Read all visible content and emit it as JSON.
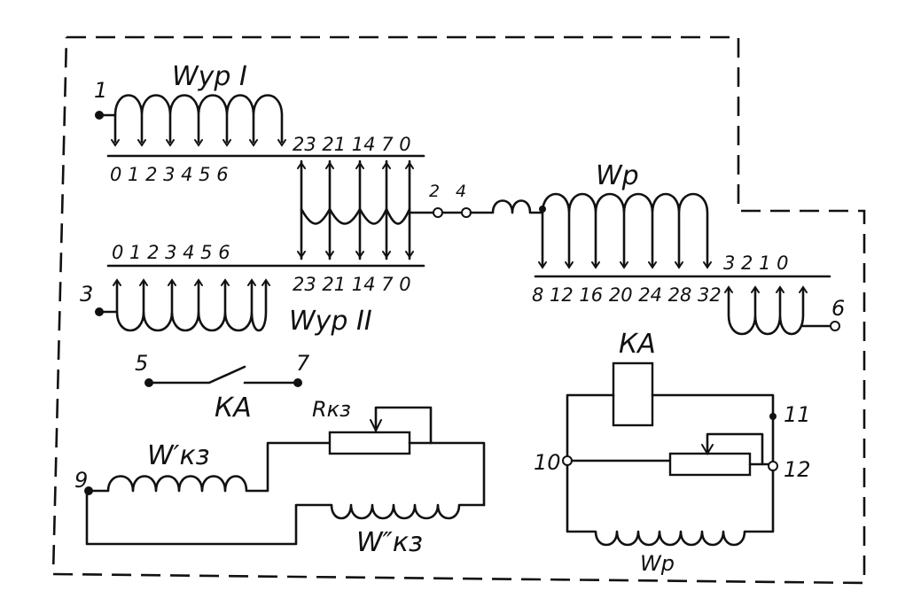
{
  "labels": {
    "wur1": "Wур I",
    "wur2": "Wур ІІ",
    "wp": "Wр",
    "wkz1": "W′кз",
    "wkz2": "W″кз",
    "rkz": "Rкз",
    "ka_switch": "КА",
    "ka_relay": "КА",
    "wp_bottom": "Wр"
  },
  "terminals": {
    "t1": "1",
    "t2": "2",
    "t3": "3",
    "t4": "4",
    "t5": "5",
    "t6": "6",
    "t7": "7",
    "t9": "9",
    "t10": "10",
    "t11": "11",
    "t12": "12"
  },
  "tap_scales": {
    "wur1_bottom": "0 1 2 3 4 5 6",
    "wur1_right": "23 21 14 7 0",
    "wur2_top": "0 1 2 3 4 5 6",
    "wur2_right": "23 21 14 7 0",
    "wp_bottom": "8 12 16 20 24 28 32",
    "wp_right": "3 2 1 0"
  }
}
